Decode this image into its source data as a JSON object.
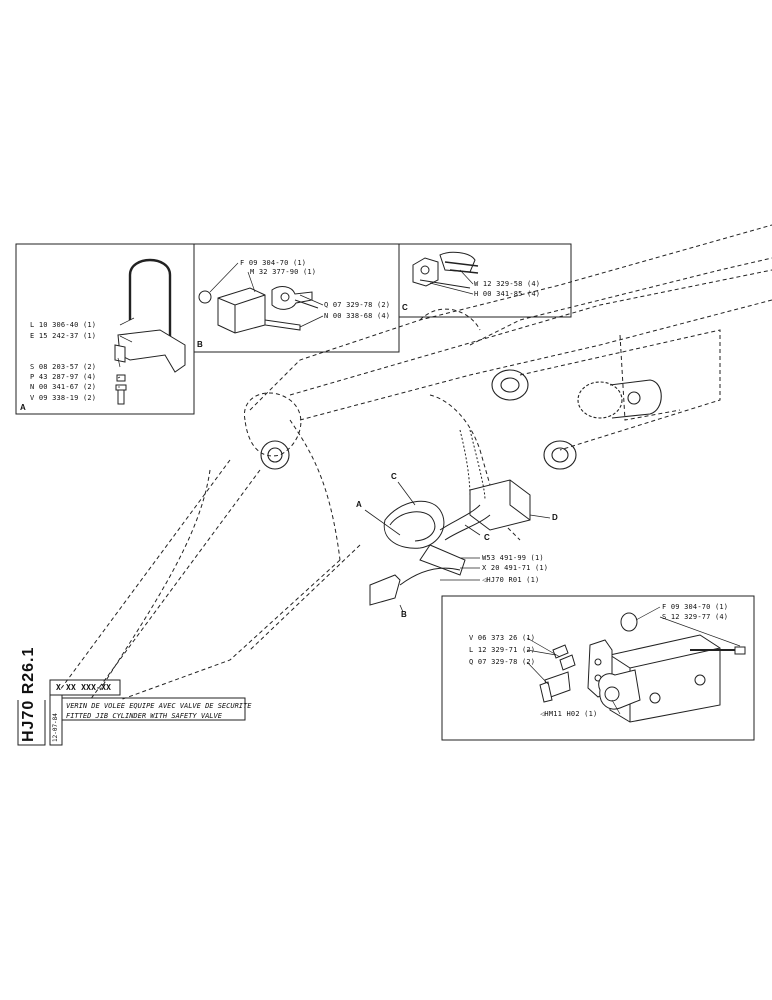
{
  "sheet": {
    "code": "HJ70 R26.1",
    "ref": "X XX XXX-XX",
    "date": "12-07-84",
    "title_fr": "VERIN DE VOLEE EQUIPE AVEC VALVE DE SECURITE",
    "title_en": "FITTED JIB CYLINDER WITH SAFETY VALVE"
  },
  "detail_a": {
    "letter": "A",
    "parts": [
      "L 10 306-40 (1)",
      "E 15 242-37 (1)",
      "S 08 203-57 (2)",
      "P 43 287-97 (4)",
      "N 00 341-67 (2)",
      "V 09 338-19 (2)"
    ]
  },
  "detail_b": {
    "letter": "B",
    "parts": [
      "F 09 304-70 (1)",
      "M 32 377-90 (1)",
      "Q 07 329-78 (2)",
      "N 00 338-68 (4)"
    ]
  },
  "detail_c": {
    "letter": "C",
    "parts": [
      "W 12 329-58 (4)",
      "H 00 341-85 (4)"
    ]
  },
  "main": {
    "callouts": [
      "C",
      "A",
      "C",
      "D",
      "B"
    ],
    "parts": [
      "W53 491-99 (1)",
      "X 20 491-71 (1)",
      "HJ70 R01 (1)"
    ]
  },
  "valve_detail": {
    "parts_right": [
      "F 09 304-70 (1)",
      "S 12 329-77 (4)"
    ],
    "parts_left": [
      "V 06 373 26 (1)",
      "L 12 329-71 (2)",
      "Q 07 329-78 (2)"
    ],
    "part_bottom": "HM11 H02 (1)"
  }
}
